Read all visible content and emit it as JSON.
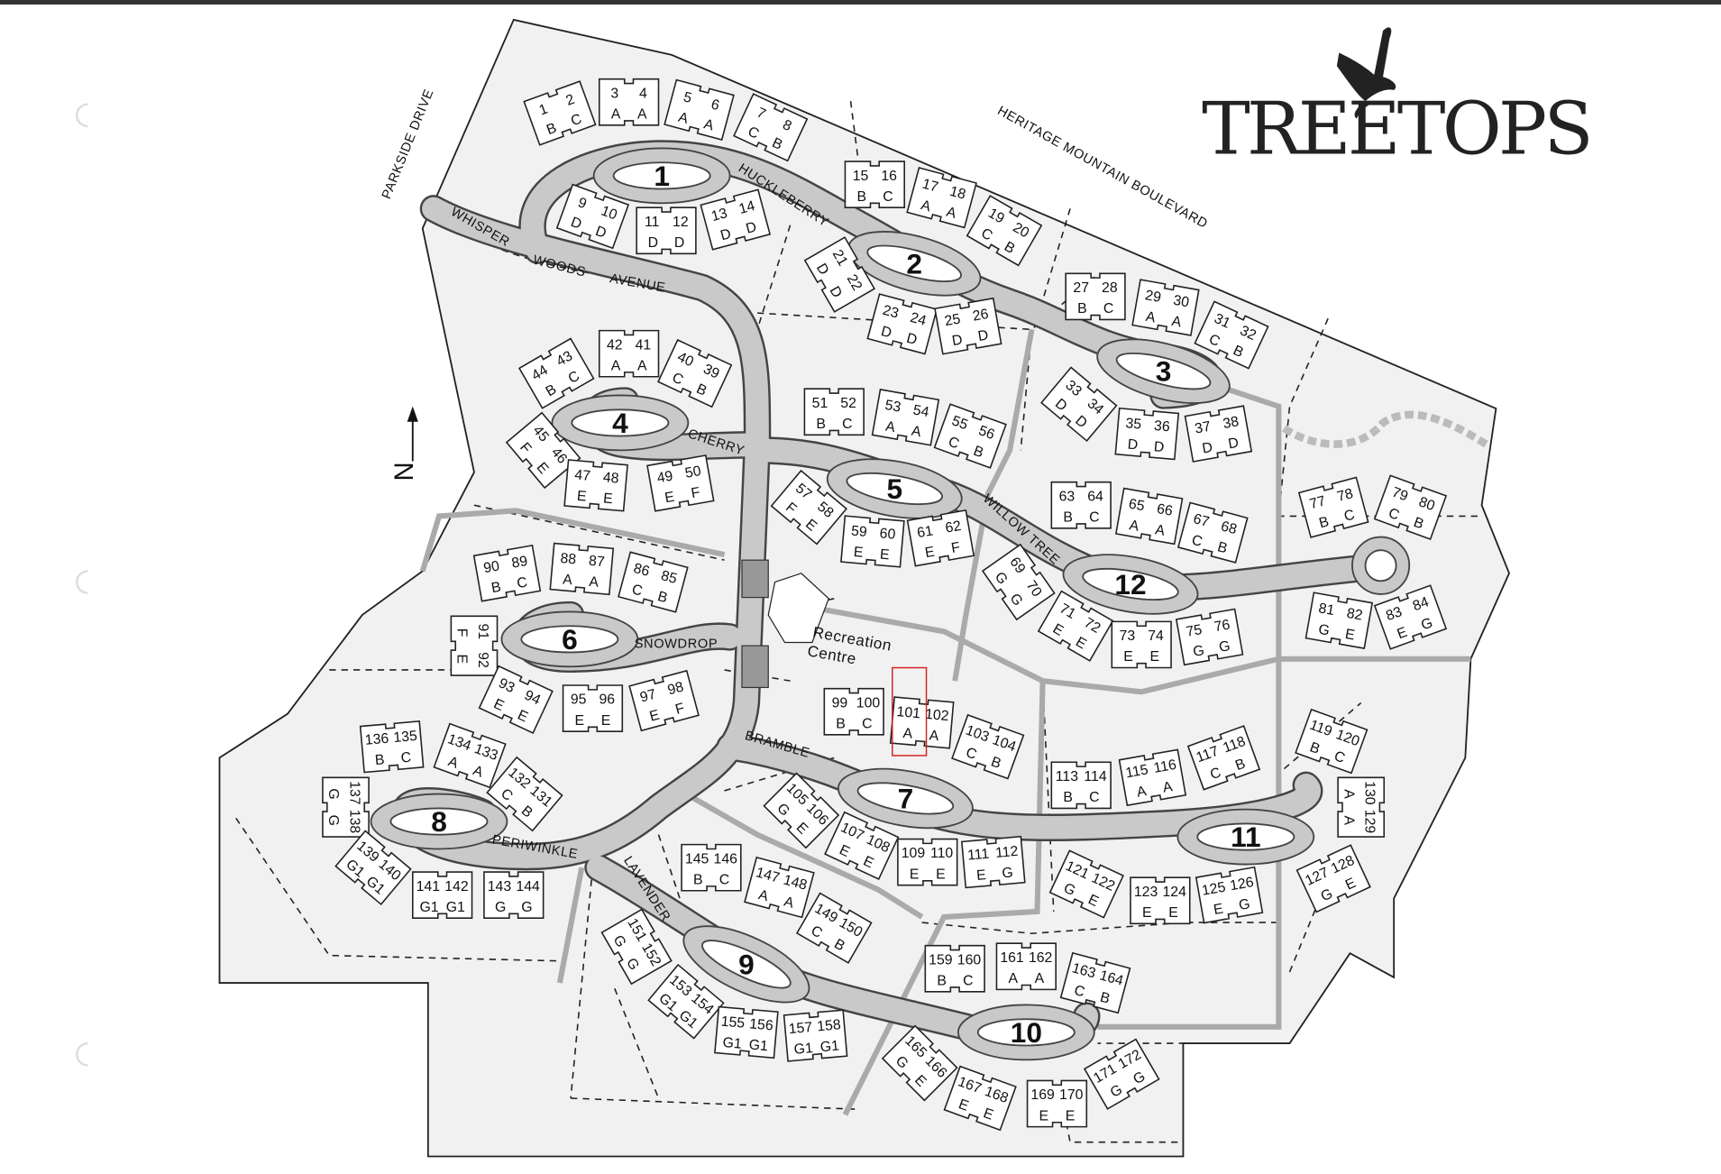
{
  "logo": {
    "text": "TREETOPS"
  },
  "compass": {
    "label": "N"
  },
  "highlight_unit": "101",
  "colors": {
    "road": "#c9c9c9",
    "site": "#f1f1f1",
    "highlight": "#d62020"
  },
  "roads": {
    "parkside": "PARKSIDE DRIVE",
    "heritage": "HERITAGE MOUNTAIN BOULEVARD",
    "whisper": "WHISPER",
    "woods": "WOODS",
    "avenue": "AVENUE",
    "huckleberry": "HUCKLEBERRY",
    "cherry": "CHERRY",
    "willow": "WILLOW TREE",
    "snowdrop": "SNOWDROP",
    "bramble": "BRAMBLE",
    "periwinkle": "PERIWINKLE",
    "lavender": "LAVENDER"
  },
  "recreation": {
    "line1": "Recreation",
    "line2": "Centre"
  },
  "culdesacs": [
    "1",
    "2",
    "3",
    "4",
    "5",
    "6",
    "7",
    "8",
    "9",
    "10",
    "11",
    "12"
  ],
  "buildings": [
    {
      "units": [
        "1",
        "2"
      ],
      "types": [
        "B",
        "C"
      ]
    },
    {
      "units": [
        "3",
        "4"
      ],
      "types": [
        "A",
        "A"
      ]
    },
    {
      "units": [
        "5",
        "6"
      ],
      "types": [
        "A",
        "A"
      ]
    },
    {
      "units": [
        "7",
        "8"
      ],
      "types": [
        "C",
        "B"
      ]
    },
    {
      "units": [
        "9",
        "10"
      ],
      "types": [
        "D",
        "D"
      ]
    },
    {
      "units": [
        "11",
        "12"
      ],
      "types": [
        "D",
        "D"
      ]
    },
    {
      "units": [
        "13",
        "14"
      ],
      "types": [
        "D",
        "D"
      ]
    },
    {
      "units": [
        "15",
        "16"
      ],
      "types": [
        "B",
        "C"
      ]
    },
    {
      "units": [
        "17",
        "18"
      ],
      "types": [
        "A",
        "A"
      ]
    },
    {
      "units": [
        "19",
        "20"
      ],
      "types": [
        "C",
        "B"
      ]
    },
    {
      "units": [
        "21",
        "22"
      ],
      "types": [
        "D",
        "D"
      ]
    },
    {
      "units": [
        "23",
        "24"
      ],
      "types": [
        "D",
        "D"
      ]
    },
    {
      "units": [
        "25",
        "26"
      ],
      "types": [
        "D",
        "D"
      ]
    },
    {
      "units": [
        "27",
        "28"
      ],
      "types": [
        "B",
        "C"
      ]
    },
    {
      "units": [
        "29",
        "30"
      ],
      "types": [
        "A",
        "A"
      ]
    },
    {
      "units": [
        "31",
        "32"
      ],
      "types": [
        "C",
        "B"
      ]
    },
    {
      "units": [
        "33",
        "34"
      ],
      "types": [
        "D",
        "D"
      ]
    },
    {
      "units": [
        "35",
        "36"
      ],
      "types": [
        "D",
        "D"
      ]
    },
    {
      "units": [
        "37",
        "38"
      ],
      "types": [
        "D",
        "D"
      ]
    },
    {
      "units": [
        "42",
        "41"
      ],
      "types": [
        "A",
        "A"
      ]
    },
    {
      "units": [
        "40",
        "39"
      ],
      "types": [
        "C",
        "B"
      ]
    },
    {
      "units": [
        "44",
        "43"
      ],
      "types": [
        "B",
        "C"
      ]
    },
    {
      "units": [
        "45",
        "46"
      ],
      "types": [
        "F",
        "E"
      ]
    },
    {
      "units": [
        "47",
        "48"
      ],
      "types": [
        "E",
        "E"
      ]
    },
    {
      "units": [
        "49",
        "50"
      ],
      "types": [
        "E",
        "F"
      ]
    },
    {
      "units": [
        "51",
        "52"
      ],
      "types": [
        "B",
        "C"
      ]
    },
    {
      "units": [
        "53",
        "54"
      ],
      "types": [
        "A",
        "A"
      ]
    },
    {
      "units": [
        "55",
        "56"
      ],
      "types": [
        "C",
        "B"
      ]
    },
    {
      "units": [
        "57",
        "58"
      ],
      "types": [
        "F",
        "E"
      ]
    },
    {
      "units": [
        "59",
        "60"
      ],
      "types": [
        "E",
        "E"
      ]
    },
    {
      "units": [
        "61",
        "62"
      ],
      "types": [
        "E",
        "F"
      ]
    },
    {
      "units": [
        "63",
        "64"
      ],
      "types": [
        "B",
        "C"
      ]
    },
    {
      "units": [
        "65",
        "66"
      ],
      "types": [
        "A",
        "A"
      ]
    },
    {
      "units": [
        "67",
        "68"
      ],
      "types": [
        "C",
        "B"
      ]
    },
    {
      "units": [
        "69",
        "70"
      ],
      "types": [
        "G",
        "G"
      ]
    },
    {
      "units": [
        "71",
        "72"
      ],
      "types": [
        "E",
        "E"
      ]
    },
    {
      "units": [
        "73",
        "74"
      ],
      "types": [
        "E",
        "E"
      ]
    },
    {
      "units": [
        "75",
        "76"
      ],
      "types": [
        "G",
        "G"
      ]
    },
    {
      "units": [
        "77",
        "78"
      ],
      "types": [
        "B",
        "C"
      ]
    },
    {
      "units": [
        "79",
        "80"
      ],
      "types": [
        "C",
        "B"
      ]
    },
    {
      "units": [
        "81",
        "82"
      ],
      "types": [
        "G",
        "E"
      ]
    },
    {
      "units": [
        "83",
        "84"
      ],
      "types": [
        "E",
        "G"
      ]
    },
    {
      "units": [
        "90",
        "89"
      ],
      "types": [
        "B",
        "C"
      ]
    },
    {
      "units": [
        "88",
        "87"
      ],
      "types": [
        "A",
        "A"
      ]
    },
    {
      "units": [
        "86",
        "85"
      ],
      "types": [
        "C",
        "B"
      ]
    },
    {
      "units": [
        "91",
        "92"
      ],
      "types": [
        "F",
        "E"
      ]
    },
    {
      "units": [
        "93",
        "94"
      ],
      "types": [
        "E",
        "E"
      ]
    },
    {
      "units": [
        "95",
        "96"
      ],
      "types": [
        "E",
        "E"
      ]
    },
    {
      "units": [
        "97",
        "98"
      ],
      "types": [
        "E",
        "F"
      ]
    },
    {
      "units": [
        "99",
        "100"
      ],
      "types": [
        "B",
        "C"
      ]
    },
    {
      "units": [
        "101",
        "102"
      ],
      "types": [
        "A",
        "A"
      ]
    },
    {
      "units": [
        "103",
        "104"
      ],
      "types": [
        "C",
        "B"
      ]
    },
    {
      "units": [
        "105",
        "106"
      ],
      "types": [
        "G",
        "E"
      ]
    },
    {
      "units": [
        "107",
        "108"
      ],
      "types": [
        "E",
        "E"
      ]
    },
    {
      "units": [
        "109",
        "110"
      ],
      "types": [
        "E",
        "E"
      ]
    },
    {
      "units": [
        "111",
        "112"
      ],
      "types": [
        "E",
        "G"
      ]
    },
    {
      "units": [
        "113",
        "114"
      ],
      "types": [
        "B",
        "C"
      ]
    },
    {
      "units": [
        "115",
        "116"
      ],
      "types": [
        "A",
        "A"
      ]
    },
    {
      "units": [
        "117",
        "118"
      ],
      "types": [
        "C",
        "B"
      ]
    },
    {
      "units": [
        "119",
        "120"
      ],
      "types": [
        "B",
        "C"
      ]
    },
    {
      "units": [
        "130",
        "129"
      ],
      "types": [
        "A",
        "A"
      ]
    },
    {
      "units": [
        "121",
        "122"
      ],
      "types": [
        "G",
        "E"
      ]
    },
    {
      "units": [
        "123",
        "124"
      ],
      "types": [
        "E",
        "E"
      ]
    },
    {
      "units": [
        "125",
        "126"
      ],
      "types": [
        "E",
        "G"
      ]
    },
    {
      "units": [
        "127",
        "128"
      ],
      "types": [
        "G",
        "E"
      ]
    },
    {
      "units": [
        "136",
        "135"
      ],
      "types": [
        "B",
        "C"
      ]
    },
    {
      "units": [
        "134",
        "133"
      ],
      "types": [
        "A",
        "A"
      ]
    },
    {
      "units": [
        "132",
        "131"
      ],
      "types": [
        "C",
        "B"
      ]
    },
    {
      "units": [
        "137",
        "138"
      ],
      "types": [
        "G",
        "G"
      ]
    },
    {
      "units": [
        "139",
        "140"
      ],
      "types": [
        "G1",
        "G1"
      ]
    },
    {
      "units": [
        "141",
        "142"
      ],
      "types": [
        "G1",
        "G1"
      ]
    },
    {
      "units": [
        "143",
        "144"
      ],
      "types": [
        "G",
        "G"
      ]
    },
    {
      "units": [
        "145",
        "146"
      ],
      "types": [
        "B",
        "C"
      ]
    },
    {
      "units": [
        "147",
        "148"
      ],
      "types": [
        "A",
        "A"
      ]
    },
    {
      "units": [
        "149",
        "150"
      ],
      "types": [
        "C",
        "B"
      ]
    },
    {
      "units": [
        "151",
        "152"
      ],
      "types": [
        "G",
        "G"
      ]
    },
    {
      "units": [
        "153",
        "154"
      ],
      "types": [
        "G1",
        "G1"
      ]
    },
    {
      "units": [
        "155",
        "156"
      ],
      "types": [
        "G1",
        "G1"
      ]
    },
    {
      "units": [
        "157",
        "158"
      ],
      "types": [
        "G1",
        "G1"
      ]
    },
    {
      "units": [
        "159",
        "160"
      ],
      "types": [
        "B",
        "C"
      ]
    },
    {
      "units": [
        "161",
        "162"
      ],
      "types": [
        "A",
        "A"
      ]
    },
    {
      "units": [
        "163",
        "164"
      ],
      "types": [
        "C",
        "B"
      ]
    },
    {
      "units": [
        "165",
        "166"
      ],
      "types": [
        "G",
        "E"
      ]
    },
    {
      "units": [
        "167",
        "168"
      ],
      "types": [
        "E",
        "E"
      ]
    },
    {
      "units": [
        "169",
        "170"
      ],
      "types": [
        "E",
        "E"
      ]
    },
    {
      "units": [
        "171",
        "172"
      ],
      "types": [
        "G",
        "G"
      ]
    }
  ]
}
